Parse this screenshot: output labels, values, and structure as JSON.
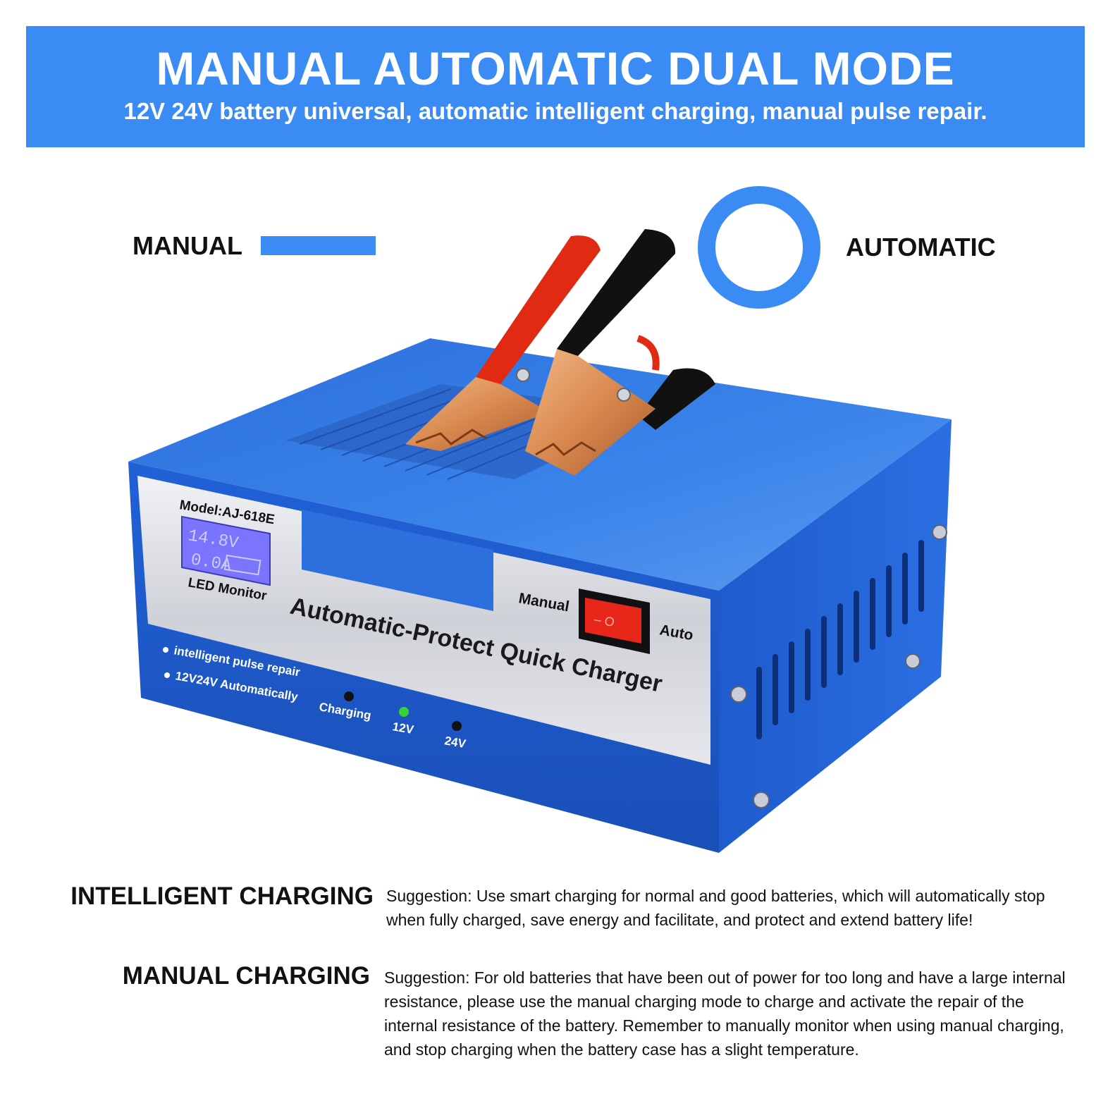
{
  "banner": {
    "title": "MANUAL AUTOMATIC DUAL MODE",
    "subtitle": "12V 24V battery universal, automatic intelligent charging, manual pulse repair."
  },
  "modes": {
    "manual_label": "MANUAL",
    "automatic_label": "AUTOMATIC"
  },
  "device": {
    "model": "Model:AJ-618E",
    "lcd_voltage": "14.8V",
    "lcd_current": "0.0A",
    "monitor_label": "LED Monitor",
    "product_name": "Automatic-Protect Quick Charger",
    "switch_left_label": "Manual",
    "switch_right_label": "Auto",
    "switch_glyph": "– O",
    "feature_1": "intelligent pulse repair",
    "feature_2": "12V24V Automatically",
    "indicator_charging": "Charging",
    "indicator_12v": "12V",
    "indicator_24v": "24V",
    "colors": {
      "body_blue": "#1f5fd1",
      "body_dark": "#123f99",
      "panel_silver": "#dcdde2",
      "clamp_red": "#e02a12",
      "clamp_black": "#111111",
      "copper": "#d9894f",
      "led_green": "#39d13a",
      "lcd_purple": "#7b74ff"
    }
  },
  "sections": {
    "intelligent_title": "INTELLIGENT CHARGING",
    "intelligent_text": "Suggestion: Use smart charging for normal and good batteries, which will automatically stop when fully charged, save energy and facilitate, and protect and extend battery life!",
    "manual_title": "MANUAL CHARGING",
    "manual_text": "Suggestion: For old batteries that have been out of power for too long and have a large internal resistance, please use the manual charging mode to charge and activate the repair of the internal resistance of the battery. Remember to manually monitor when using manual charging, and stop charging when the battery case has a slight temperature."
  }
}
